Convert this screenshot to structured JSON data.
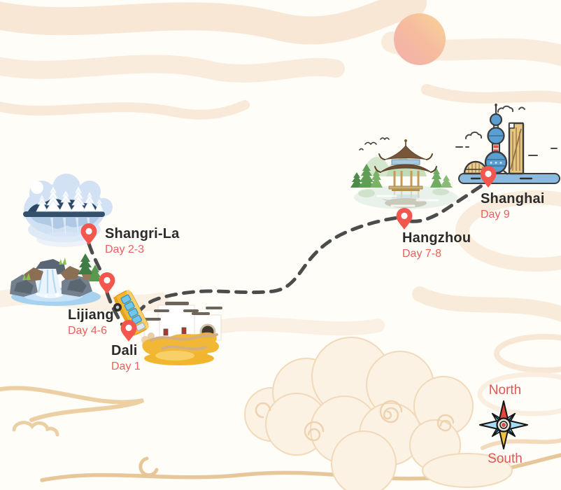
{
  "stops": [
    {
      "name": "Dali",
      "days": "Day 1"
    },
    {
      "name": "Shangri-La",
      "days": "Day 2-3"
    },
    {
      "name": "Lijiang",
      "days": "Day 4-6"
    },
    {
      "name": "Hangzhou",
      "days": "Day 7-8"
    },
    {
      "name": "Shanghai",
      "days": "Day 9"
    }
  ],
  "compass": {
    "north": "North",
    "south": "South"
  },
  "colors": {
    "pin": "#f2564d",
    "day_text": "#e8615c",
    "city_text": "#2b2b2b",
    "route": "#4c4c4c",
    "compass_text": "#e05555",
    "sun_top": "#f9d49a",
    "sun_bottom": "#f3aeab",
    "accent_gold": "#f2b62e"
  }
}
